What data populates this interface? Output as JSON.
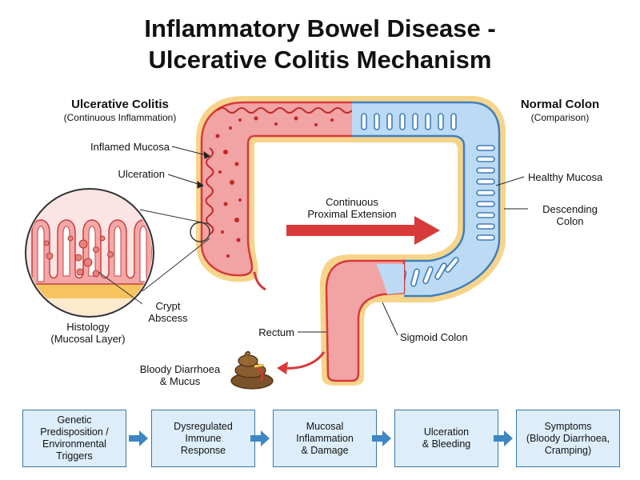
{
  "title": {
    "line1": "Inflammatory Bowel Disease -",
    "line2": "Ulcerative Colitis Mechanism"
  },
  "left_header": {
    "title": "Ulcerative Colitis",
    "subtitle": "(Continuous Inflammation)"
  },
  "right_header": {
    "title": "Normal Colon",
    "subtitle": "(Comparison)"
  },
  "labels": {
    "inflamed_mucosa": "Inflamed Mucosa",
    "ulceration": "Ulceration",
    "crypt_abscess_1": "Crypt",
    "crypt_abscess_2": "Abscess",
    "histology_1": "Histology",
    "histology_2": "(Mucosal Layer)",
    "extension_1": "Continuous",
    "extension_2": "Proximal Extension",
    "healthy_mucosa": "Healthy Mucosa",
    "descending_1": "Descending",
    "descending_2": "Colon",
    "rectum": "Rectum",
    "sigmoid": "Sigmoid Colon",
    "diarrhoea_1": "Bloody Diarrhoea",
    "diarrhoea_2": "& Mucus"
  },
  "colors": {
    "inflamed": "#f2a3a3",
    "inflamed_border": "#d53a3a",
    "normal": "#bcdaf3",
    "normal_border": "#3f7fbd",
    "arrow_red": "#d83a3a",
    "flow_box_fill": "#ddeefa",
    "flow_box_border": "#3b77a8",
    "flow_arrow": "#3e86c4"
  },
  "flow": [
    {
      "line1": "Genetic",
      "line2": "Predisposition /",
      "line3": "Environmental",
      "line4": "Triggers"
    },
    {
      "line1": "Dysregulated",
      "line2": "Immune",
      "line3": "Response",
      "line4": ""
    },
    {
      "line1": "Mucosal",
      "line2": "Inflammation",
      "line3": "& Damage",
      "line4": ""
    },
    {
      "line1": "Ulceration",
      "line2": "& Bleeding",
      "line3": "",
      "line4": ""
    },
    {
      "line1": "Symptoms",
      "line2": "(Bloody Diarrhoea,",
      "line3": "Cramping)",
      "line4": ""
    }
  ]
}
